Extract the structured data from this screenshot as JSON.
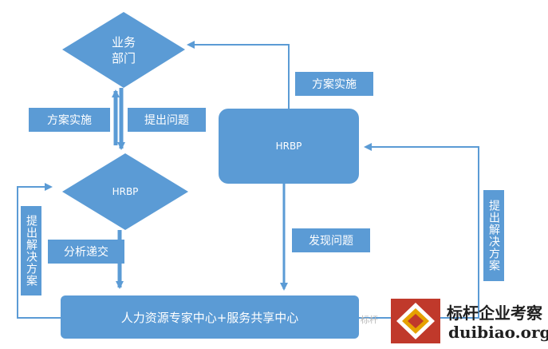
{
  "nodes": {
    "business_dept": "业务\n部门",
    "hrbp_box": "HRBP",
    "hrbp_diamond": "HRBP",
    "coe_ssc": "人力资源专家中心+服务共享中心"
  },
  "labels": {
    "plan_impl_left": "方案实施",
    "raise_problem": "提出问题",
    "plan_impl_top": "方案实施",
    "propose_solution_left": "提出解决方案",
    "analyze_submit": "分析递交",
    "discover_problem": "发现问题",
    "propose_solution_right": "提出解决方案"
  },
  "brand": {
    "name": "标杆企业考察",
    "url": "duibiao.org",
    "watermark": "标杆"
  },
  "colors": {
    "shape": "#5b9bd5",
    "arrow": "#5b9bd5",
    "text": "#ffffff",
    "logo_red": "#c0392b",
    "logo_gold": "#e6a100"
  }
}
